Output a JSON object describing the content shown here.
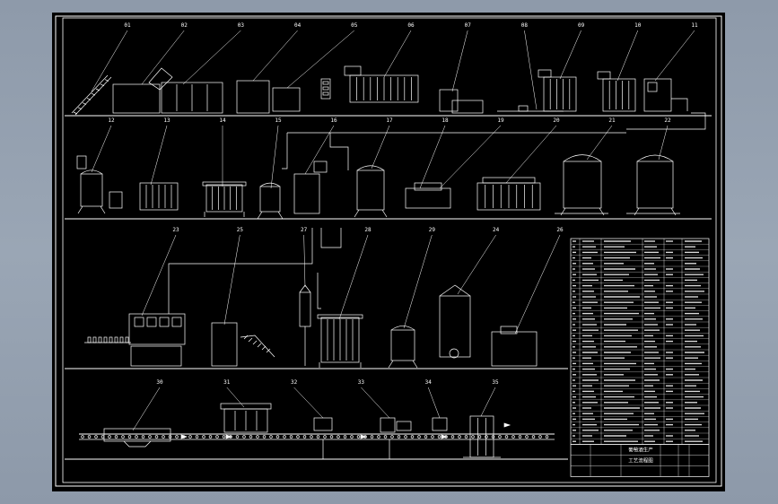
{
  "drawing": {
    "background": "#000000",
    "line_color": "#ffffff",
    "viewport_color": "#98a4b3",
    "row1_labels": [
      "01",
      "02",
      "03",
      "04",
      "05",
      "06",
      "07",
      "08",
      "09",
      "10",
      "11"
    ],
    "row2_labels": [
      "12",
      "13",
      "14",
      "15",
      "16",
      "17",
      "18",
      "19",
      "20",
      "21",
      "22"
    ],
    "row3_labels": [
      "23",
      "25",
      "27",
      "28",
      "29",
      "24",
      "26"
    ],
    "row4_labels": [
      "30",
      "31",
      "32",
      "33",
      "34",
      "35"
    ],
    "table_rows": 37,
    "title_block": [
      "葡萄酒生产",
      "工艺流程图"
    ]
  }
}
